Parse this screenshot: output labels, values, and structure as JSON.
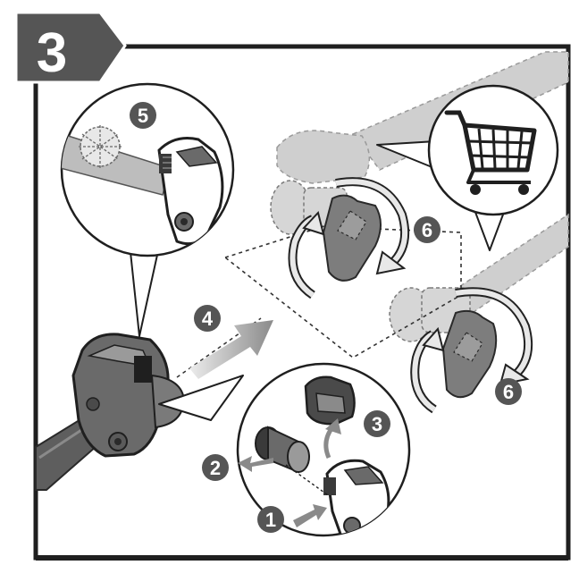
{
  "step": {
    "number": "3"
  },
  "callouts": [
    {
      "label": "1"
    },
    {
      "label": "2"
    },
    {
      "label": "3"
    },
    {
      "label": "4"
    },
    {
      "label": "5"
    },
    {
      "label": "6"
    },
    {
      "label": "6"
    }
  ],
  "icons": {
    "cart": "shopping-cart-icon"
  },
  "colors": {
    "frame": "#1f1f1f",
    "badge": "#555555",
    "ghost": "#cfcfcf",
    "arrow": "#8c8c8c"
  }
}
